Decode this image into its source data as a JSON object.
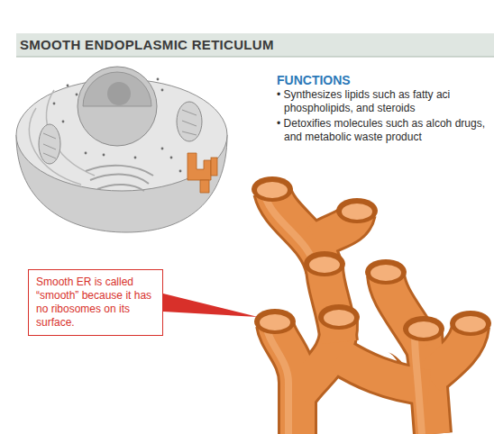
{
  "diagram": {
    "title": "SMOOTH ENDOPLASMIC RETICULUM",
    "nodes": [
      {
        "text": [
          "Smooth ER is called “smooth” because it has no ribosomes on its surface."
        ]
      }
    ],
    "labels": [
      "FUNCTIONS",
      "• Synthesizes lipids such as fatty aci phospholipids, and steroids",
      "• Detoxifies molecules such as alcoh drugs, and metabolic waste product"
    ]
  }
}
